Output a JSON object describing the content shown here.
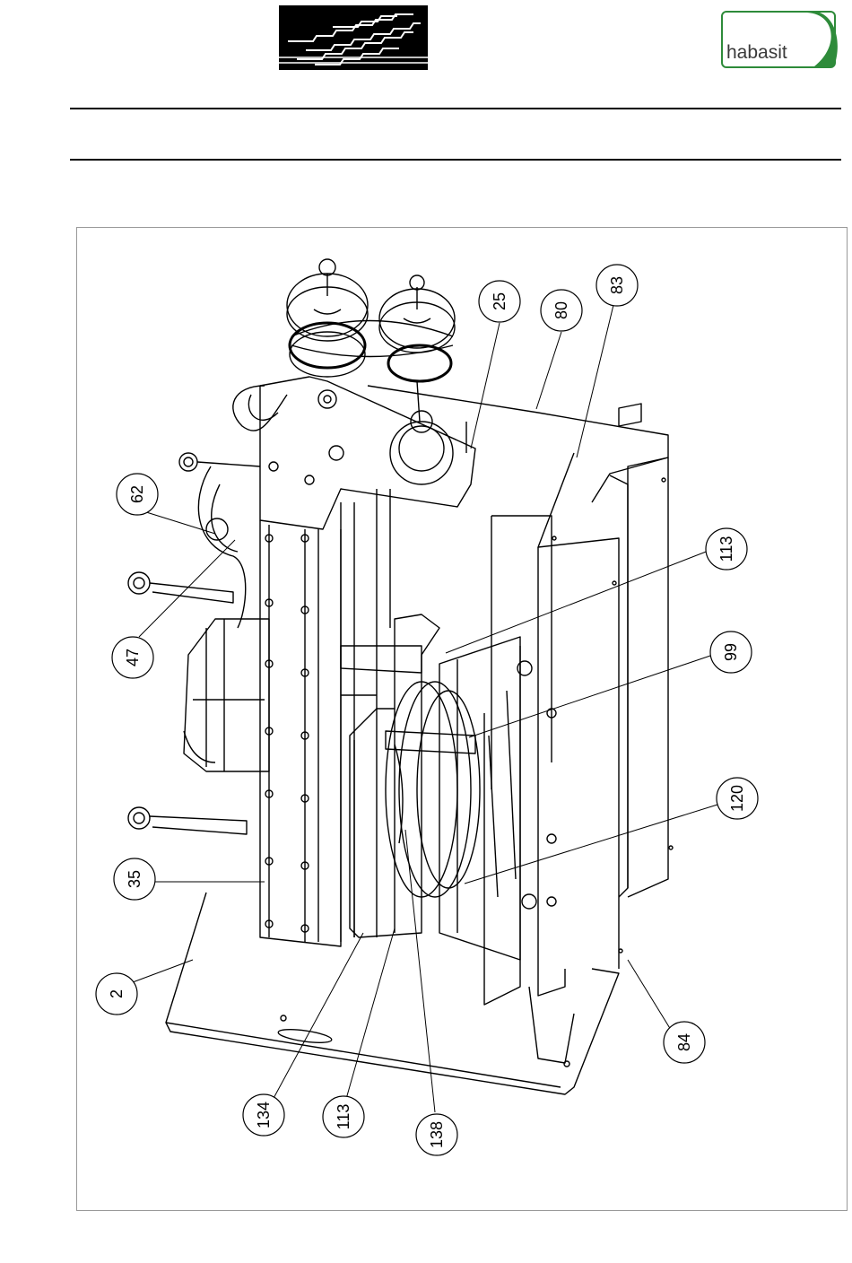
{
  "header": {
    "brand_text": "habasit",
    "brand_color": "#2e8b3a",
    "left_logo_icon": "zigzag-belt-logo-icon"
  },
  "drawing": {
    "callouts": [
      "25",
      "80",
      "83",
      "62",
      "113",
      "47",
      "99",
      "120",
      "35",
      "2",
      "84",
      "134",
      "113",
      "138"
    ]
  }
}
